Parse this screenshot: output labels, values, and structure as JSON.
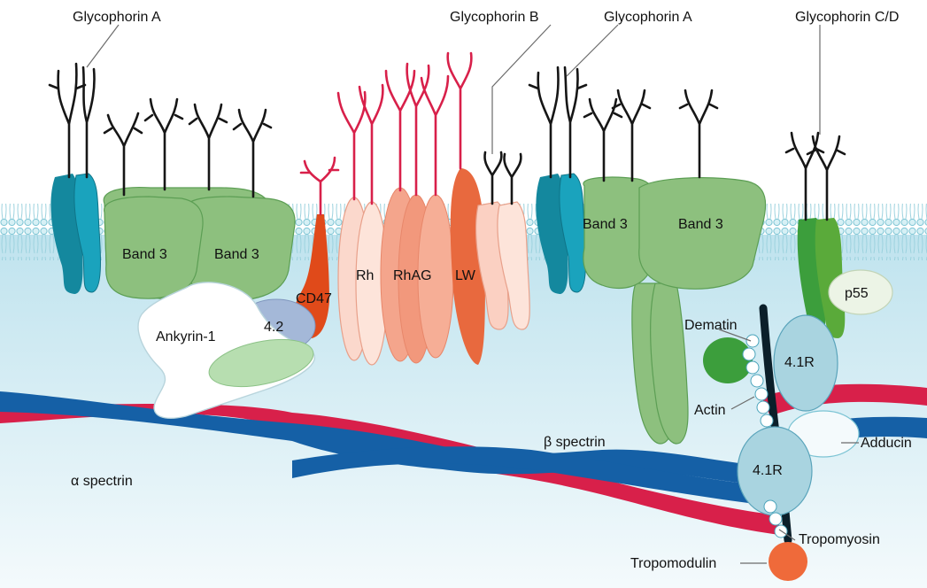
{
  "labels": {
    "glycophorin_a_left": "Glycophorin A",
    "glycophorin_b": "Glycophorin B",
    "glycophorin_a_right": "Glycophorin A",
    "glycophorin_cd": "Glycophorin C/D",
    "band3_1": "Band 3",
    "band3_2": "Band 3",
    "band3_3": "Band 3",
    "band3_4": "Band 3",
    "cd47": "CD47",
    "rh": "Rh",
    "rhag": "RhAG",
    "lw": "LW",
    "p55": "p55",
    "protein_4_2": "4.2",
    "ankyrin": "Ankyrin-1",
    "dematin": "Dematin",
    "protein_4_1r_top": "4.1R",
    "protein_4_1r_bottom": "4.1R",
    "actin": "Actin",
    "adducin": "Adducin",
    "beta_spectrin": "β spectrin",
    "alpha_spectrin": "α spectrin",
    "tropomyosin": "Tropomyosin",
    "tropomodulin": "Tropomodulin"
  },
  "colors": {
    "membrane_head": "#d6f0f5",
    "membrane_outline": "#7cc4d4",
    "cytoplasm": "#cde9f1",
    "band3": "#8dc07e",
    "glycophorin_a": "#1aa3bd",
    "glycophorin_cd": "#5aaa3a",
    "rh_complex": "#f4a58c",
    "cd47": "#e04a1a",
    "lw": "#e8693e",
    "protein_4_1r": "#a9d4e0",
    "dematin": "#3c9e3c",
    "tropomodulin": "#ef6a3a",
    "alpha_spectrin": "#d8204a",
    "beta_spectrin": "#1560a6"
  }
}
